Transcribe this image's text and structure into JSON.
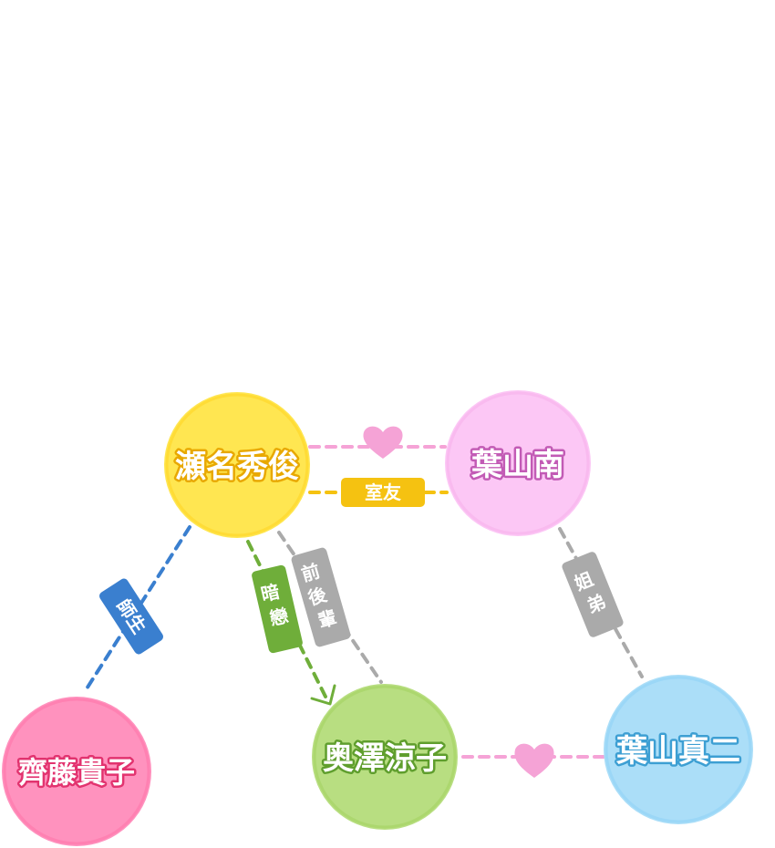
{
  "nodes": {
    "sena": {
      "name": "瀬名秀俊",
      "fill": "#ffe548",
      "stroke": "#e8a800"
    },
    "minami": {
      "name": "葉山南",
      "fill": "#fcc4f4",
      "stroke": "#c25bb5"
    },
    "saito": {
      "name": "齊藤貴子",
      "fill": "#ff8cba",
      "stroke": "#e2336f"
    },
    "ryoko": {
      "name": "奥澤涼子",
      "fill": "#b4dc7a",
      "stroke": "#5f9e2d"
    },
    "shinji": {
      "name": "葉山真二",
      "fill": "#a6dcf8",
      "stroke": "#3d9fd3"
    }
  },
  "relations": {
    "sena_minami_love": {
      "icon": "heart-icon",
      "color": "#f5a3d6"
    },
    "sena_minami_room": {
      "label": "室友",
      "color": "#f5c211"
    },
    "sena_saito": {
      "label": "師生",
      "color": "#3a7fcf"
    },
    "sena_ryoko_crush": {
      "label": "暗戀",
      "color": "#6fae3a"
    },
    "sena_ryoko_senpai": {
      "label": "前後輩",
      "color": "#aaaaaa"
    },
    "minami_shinji": {
      "label": "姐弟",
      "color": "#aaaaaa"
    },
    "ryoko_shinji_love": {
      "icon": "heart-icon",
      "color": "#f5a3d6"
    }
  }
}
